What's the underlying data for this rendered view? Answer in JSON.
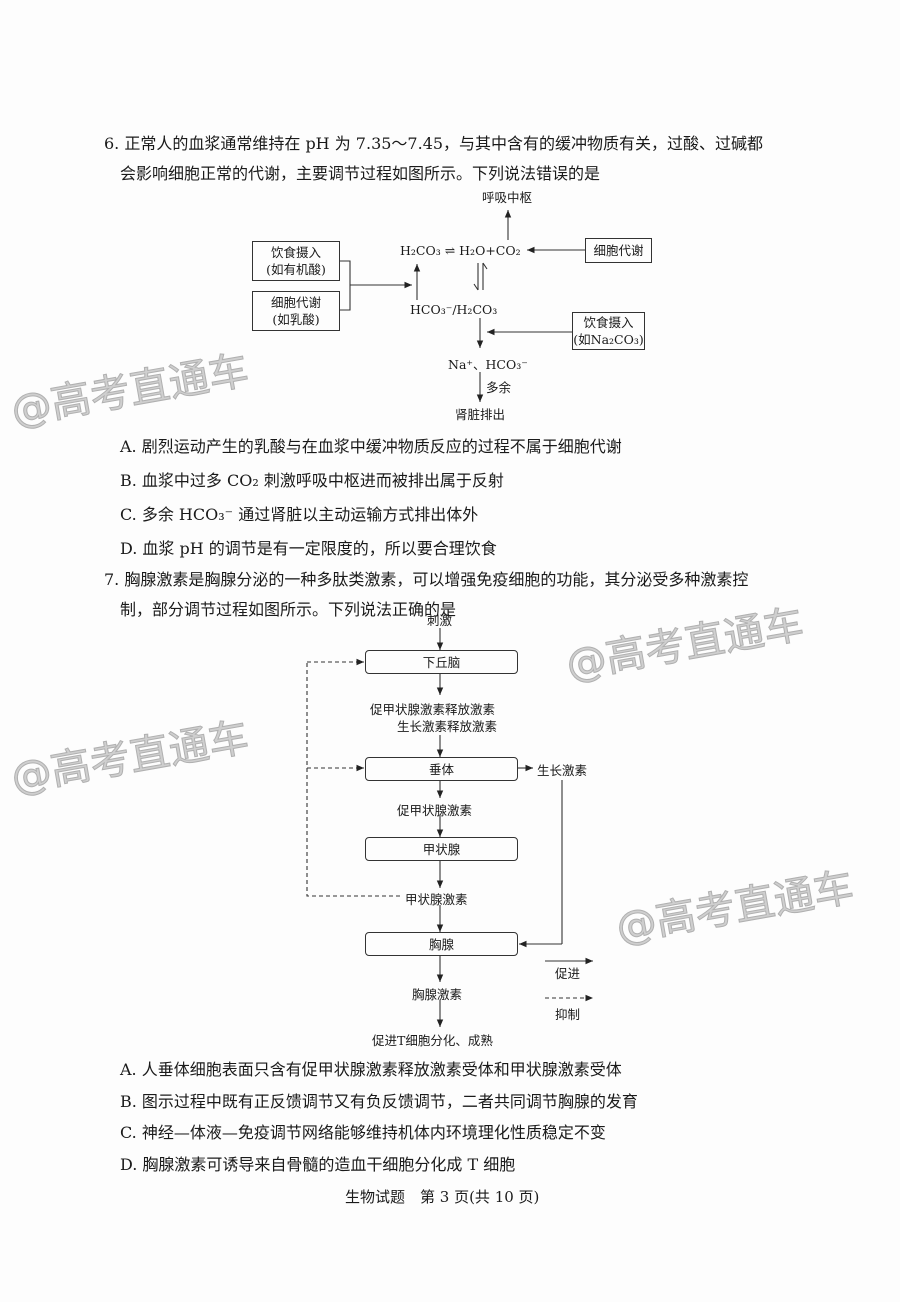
{
  "q6": {
    "line1": "6. 正常人的血浆通常维持在 pH 为 7.35～7.45，与其中含有的缓冲物质有关，过酸、过碱都",
    "line2": "会影响细胞正常的代谢，主要调节过程如图所示。下列说法错误的是",
    "diagram": {
      "resp_center": "呼吸中枢",
      "equilibrium": "H₂CO₃ ⇌ H₂O+CO₂",
      "diet_acid": [
        "饮食摄入",
        "(如有机酸)"
      ],
      "metab_lactic": [
        "细胞代谢",
        "(如乳酸)"
      ],
      "cell_metab": "细胞代谢",
      "buffer": "HCO₃⁻/H₂CO₃",
      "diet_base": [
        "饮食摄入",
        "(如Na₂CO₃)"
      ],
      "ions": "Na⁺、HCO₃⁻",
      "excess": "多余",
      "kidney": "肾脏排出"
    },
    "options": [
      "A. 剧烈运动产生的乳酸与在血浆中缓冲物质反应的过程不属于细胞代谢",
      "B. 血浆中过多 CO₂ 刺激呼吸中枢进而被排出属于反射",
      "C. 多余 HCO₃⁻ 通过肾脏以主动运输方式排出体外",
      "D. 血浆 pH 的调节是有一定限度的，所以要合理饮食"
    ]
  },
  "q7": {
    "line1": "7. 胸腺激素是胸腺分泌的一种多肽类激素，可以增强免疫细胞的功能，其分泌受多种激素控",
    "line2": "制，部分调节过程如图所示。下列说法正确的是",
    "diagram": {
      "stimulus": "刺激",
      "hypothalamus": "下丘脑",
      "trh": "促甲状腺激素释放激素",
      "ghrh": "生长激素释放激素",
      "pituitary": "垂体",
      "gh": "生长激素",
      "tsh": "促甲状腺激素",
      "thyroid": "甲状腺",
      "th": "甲状腺激素",
      "thymus": "胸腺",
      "thymosin": "胸腺激素",
      "effect": "促进T细胞分化、成熟",
      "legend_promote": "促进",
      "legend_inhibit": "抑制"
    },
    "options": [
      "A. 人垂体细胞表面只含有促甲状腺激素释放激素受体和甲状腺激素受体",
      "B. 图示过程中既有正反馈调节又有负反馈调节，二者共同调节胸腺的发育",
      "C. 神经—体液—免疫调节网络能够维持机体内环境理化性质稳定不变",
      "D. 胸腺激素可诱导来自骨髓的造血干细胞分化成 T 细胞"
    ]
  },
  "footer": "生物试题　第 3 页(共 10 页)",
  "watermark": "@高考直通车"
}
